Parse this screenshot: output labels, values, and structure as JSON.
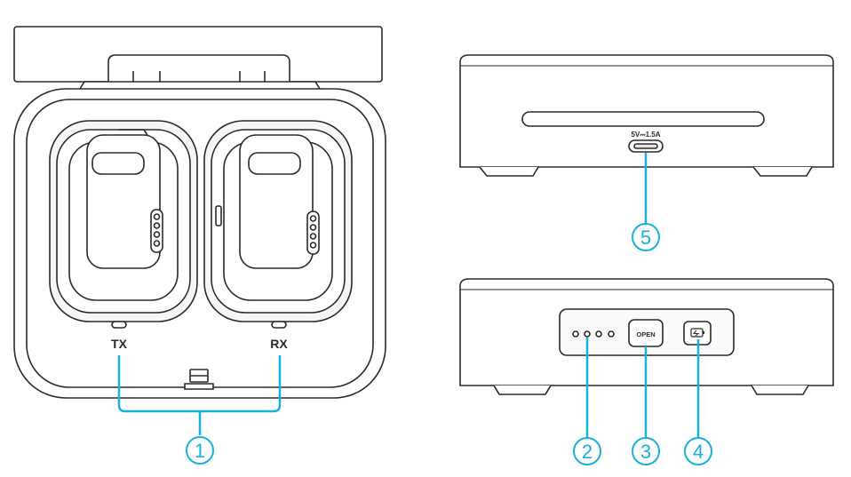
{
  "device_labels": {
    "tx": "TX",
    "rx": "RX",
    "port_rating": "5V⎓1.5A",
    "open_button": "OPEN"
  },
  "callouts": [
    {
      "number": "1"
    },
    {
      "number": "2"
    },
    {
      "number": "3"
    },
    {
      "number": "4"
    },
    {
      "number": "5"
    }
  ],
  "colors": {
    "callout": "#18b0de",
    "outline": "#2a2a2a",
    "body": "#ffffff",
    "shade": "#eeeeee"
  },
  "icons": {
    "usb_port": "usb-c-port-icon",
    "battery_button": "battery-icon"
  }
}
